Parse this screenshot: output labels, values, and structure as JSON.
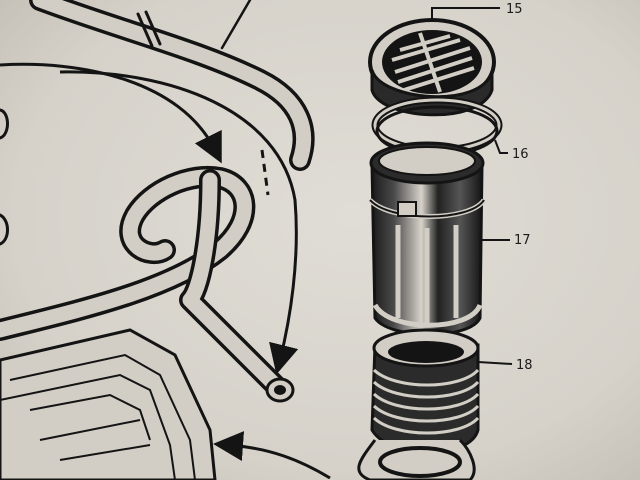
{
  "diagram": {
    "callouts": [
      {
        "id": "15",
        "label": "15"
      },
      {
        "id": "16",
        "label": "16"
      },
      {
        "id": "17",
        "label": "17"
      },
      {
        "id": "18",
        "label": "18"
      }
    ]
  },
  "colors": {
    "paper": "#d8d5cd",
    "paper_shadow": "#c9c5bb",
    "ink": "#141414",
    "hose_fill": "#d2cec5"
  }
}
